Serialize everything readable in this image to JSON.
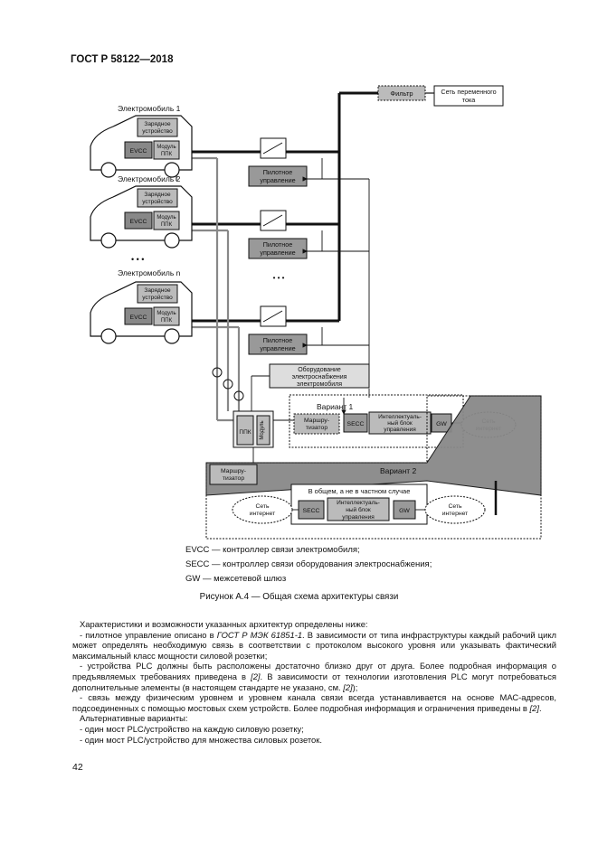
{
  "header": {
    "standard": "ГОСТ Р 58122—2018"
  },
  "diagram": {
    "ev1": "Электромобиль 1",
    "ev2": "Электромобиль 2",
    "evn": "Электромобиль n",
    "dots": "• • •",
    "charger_l1": "Зарядное",
    "charger_l2": "устройство",
    "evcc": "EVCC",
    "plc_mod_l1": "Модуль",
    "plc_mod_l2": "ППК",
    "filter": "Фильтр",
    "grid_l1": "Сеть переменного",
    "grid_l2": "тока",
    "pilot_l1": "Пилотное",
    "pilot_l2": "управление",
    "equip_l1": "Оборудование",
    "equip_l2": "электроснабжения",
    "equip_l3": "электромобиля",
    "ppk": "ППК",
    "module": "Модуль",
    "variant1": "Вариант 1",
    "variant2": "Вариант 2",
    "router_l1": "Маршру-",
    "router_l2": "тизатор",
    "secc": "SECC",
    "smart_l1": "Интеллектуаль-",
    "smart_l2": "ный блок",
    "smart_l3": "управления",
    "gw": "GW",
    "net_l1": "Сеть",
    "net_l2": "интернет",
    "general_case": "В общем, а не в частном случае",
    "dots_mid": "• • •"
  },
  "legend": [
    "EVCC — контроллер связи электромобиля;",
    "SECC — контроллер связи оборудования электроснабжения;",
    "GW — межсетевой шлюз"
  ],
  "caption": "Рисунок А.4 — Общая схема архитектуры связи",
  "body": {
    "p1": "Характеристики и возможности указанных архитектур определены ниже:",
    "p2a": "- пилотное управление описано в ",
    "p2ref": "ГОСТ Р МЭК 61851-1",
    "p2b": ". В зависимости от типа инфраструктуры каждый рабочий цикл может определять необходимую связь в соответствии с протоколом высокого уровня или указывать фактический максимальный класс мощности силовой розетки;",
    "p3a": "- устройства PLC должны быть расположены достаточно близко друг от друга. Более подробная информация о предъявляемых требованиях приведена в ",
    "p3ref1": "[2]",
    "p3b": ". В зависимости от технологии изготовления PLC могут потребоваться дополнительные элементы (в настоящем стандарте не указано, см. ",
    "p3ref2": "[2]",
    "p3c": ");",
    "p4a": "- связь между физическим уровнем и уровнем канала связи всегда устанавливается на основе МАС-адресов, подсоединенных с помощью мостовых схем устройств. Более подробная информация и ограничения приведены в ",
    "p4ref": "[2]",
    "p4b": ".",
    "p5": "Альтернативные варианты:",
    "p6": "- один мост PLC/устройство на каждую силовую розетку;",
    "p7": "- один мост PLC/устройство для множества силовых розеток."
  },
  "page_number": "42"
}
